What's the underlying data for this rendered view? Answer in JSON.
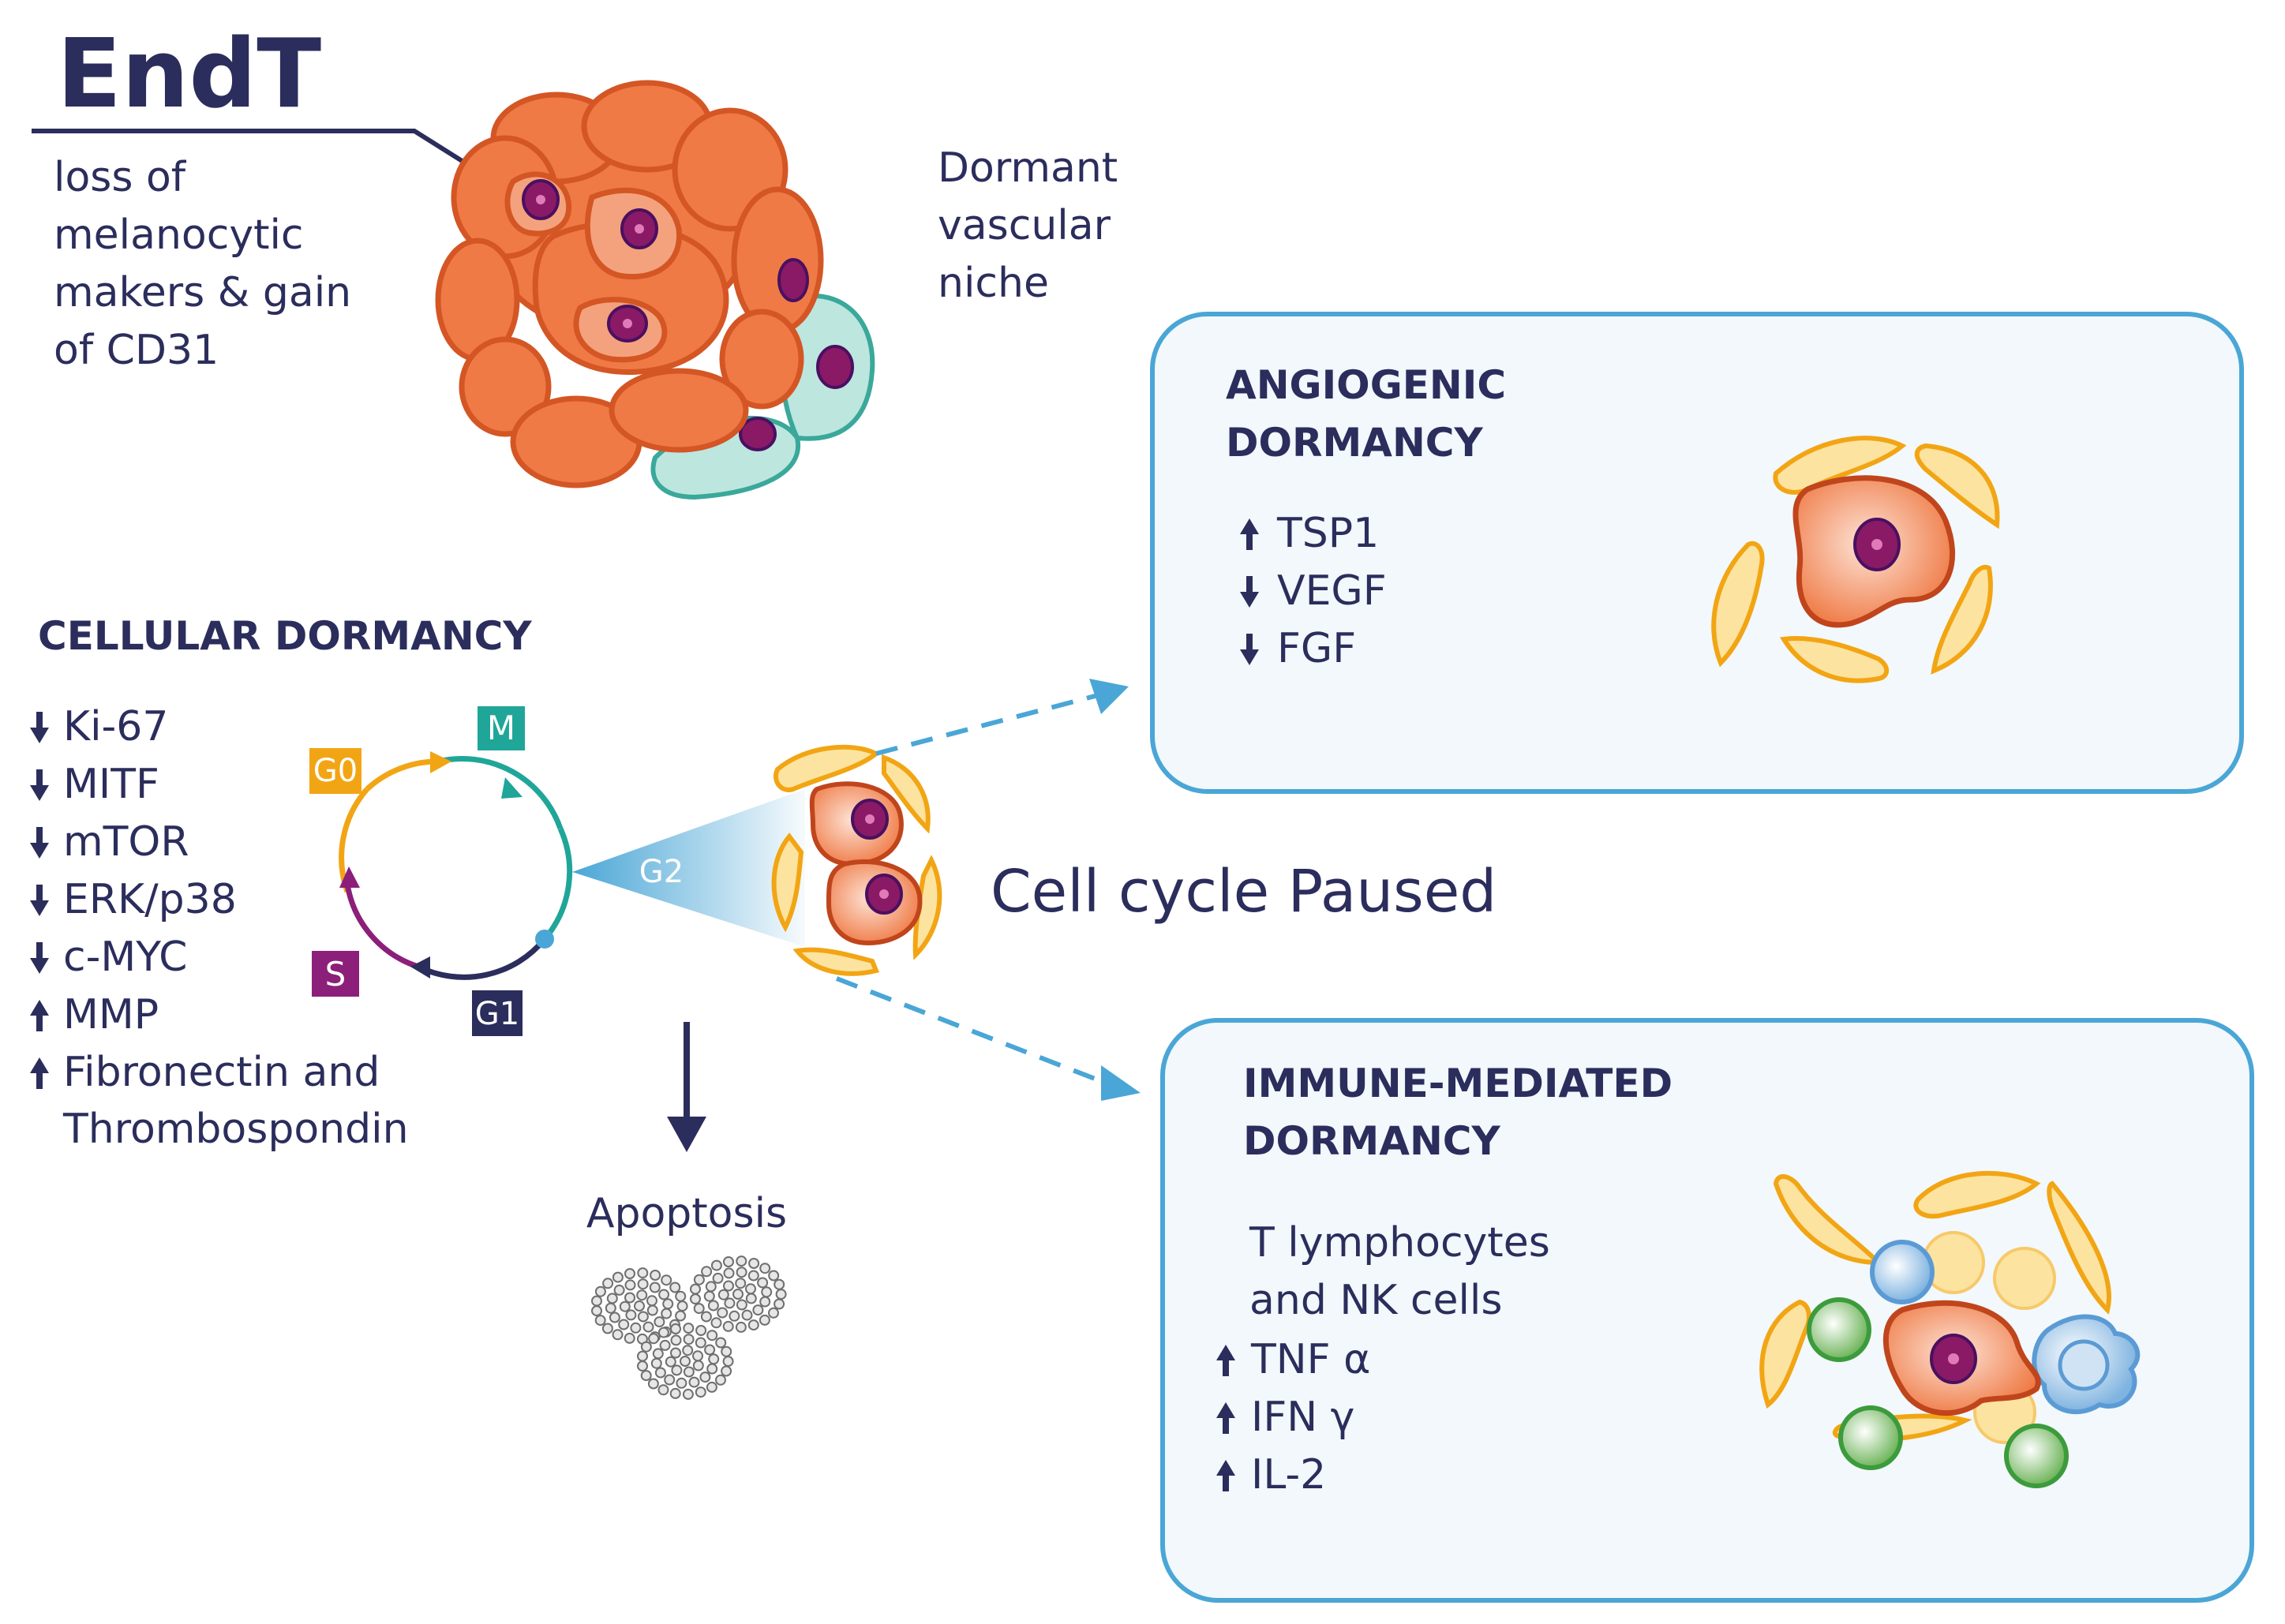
{
  "endt": {
    "title": "EndT",
    "desc_lines": [
      "loss of",
      "melanocytic",
      "makers & gain",
      "of CD31"
    ]
  },
  "niche": {
    "lines": [
      "Dormant",
      "vascular",
      "niche"
    ]
  },
  "cellular": {
    "title": "CELLULAR DORMANCY",
    "markers": [
      {
        "dir": "down",
        "text": "Ki-67"
      },
      {
        "dir": "down",
        "text": "MITF"
      },
      {
        "dir": "down",
        "text": "mTOR"
      },
      {
        "dir": "down",
        "text": "ERK/p38"
      },
      {
        "dir": "down",
        "text": "c-MYC"
      },
      {
        "dir": "up",
        "text": "MMP"
      },
      {
        "dir": "up",
        "text": "Fibronectin and"
      }
    ],
    "marker_continuation": "Thrombospondin"
  },
  "cycle": {
    "g0": "G0",
    "m": "M",
    "s": "S",
    "g1": "G1",
    "g2": "G2",
    "colors": {
      "g0": "#f2a514",
      "m": "#1fa699",
      "s": "#8c1f7a",
      "g1": "#2b2d5c",
      "wedge": "#4aa6d6"
    }
  },
  "paused_label": "Cell cycle Paused",
  "apoptosis_label": "Apoptosis",
  "angiogenic": {
    "title_lines": [
      "ANGIOGENIC",
      "DORMANCY"
    ],
    "markers": [
      {
        "dir": "up",
        "text": "TSP1"
      },
      {
        "dir": "down",
        "text": "VEGF"
      },
      {
        "dir": "down",
        "text": "FGF"
      }
    ]
  },
  "immune": {
    "title_lines": [
      "IMMUNE-MEDIATED",
      "DORMANCY"
    ],
    "desc_lines": [
      "T lymphocytes",
      "and NK cells"
    ],
    "markers": [
      {
        "dir": "up",
        "text": "TNF α"
      },
      {
        "dir": "up",
        "text": "IFN γ"
      },
      {
        "dir": "up",
        "text": "IL-2"
      }
    ]
  }
}
